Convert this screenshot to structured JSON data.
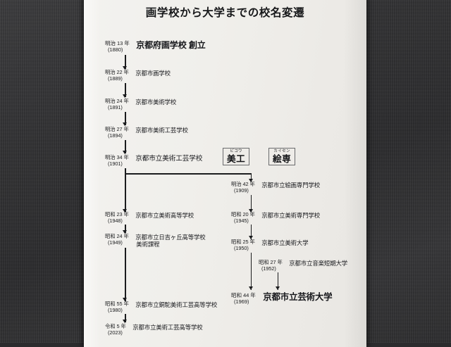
{
  "document": {
    "title": "画学校から大学までの校名変遷",
    "background": "#2d2d2f",
    "paper_color": "#f1efec",
    "ink_color": "#1b1c1e"
  },
  "abbreviations": [
    {
      "ruby": "ビコウ",
      "kanji": "美工"
    },
    {
      "ruby": "カイセン",
      "kanji": "絵専"
    }
  ],
  "left_branch": [
    {
      "era": "明治 13 年",
      "year": "(1880)",
      "name": "京都府画学校 創立",
      "name2": ""
    },
    {
      "era": "明治 22 年",
      "year": "(1889)",
      "name": "京都市画学校",
      "name2": ""
    },
    {
      "era": "明治 24 年",
      "year": "(1891)",
      "name": "京都市美術学校",
      "name2": ""
    },
    {
      "era": "明治 27 年",
      "year": "(1894)",
      "name": "京都市美術工芸学校",
      "name2": ""
    },
    {
      "era": "明治 34 年",
      "year": "(1901)",
      "name": "京都市立美術工芸学校",
      "name2": ""
    },
    {
      "era": "昭和 23 年",
      "year": "(1948)",
      "name": "京都市立美術高等学校",
      "name2": ""
    },
    {
      "era": "昭和 24 年",
      "year": "(1949)",
      "name": "京都市立日吉ヶ丘高等学校",
      "name2": "美術課程"
    },
    {
      "era": "昭和 55 年",
      "year": "(1980)",
      "name": "京都市立銅駝美術工芸高等学校",
      "name2": ""
    },
    {
      "era": "令和 5 年",
      "year": "(2023)",
      "name": "京都市立美術工芸高等学校",
      "name2": ""
    }
  ],
  "right_branch": [
    {
      "era": "明治 42 年",
      "year": "(1909)",
      "name": "京都市立絵画専門学校",
      "name2": ""
    },
    {
      "era": "昭和 20 年",
      "year": "(1945)",
      "name": "京都市立美術専門学校",
      "name2": ""
    },
    {
      "era": "昭和 25 年",
      "year": "(1950)",
      "name": "京都市立美術大学",
      "name2": ""
    },
    {
      "era": "昭和 44 年",
      "year": "(1969)",
      "name": "京都市立芸術大学",
      "name2": ""
    }
  ],
  "music_branch": [
    {
      "era": "昭和 27 年",
      "year": "(1952)",
      "name": "京都市立音楽短期大学",
      "name2": ""
    }
  ]
}
